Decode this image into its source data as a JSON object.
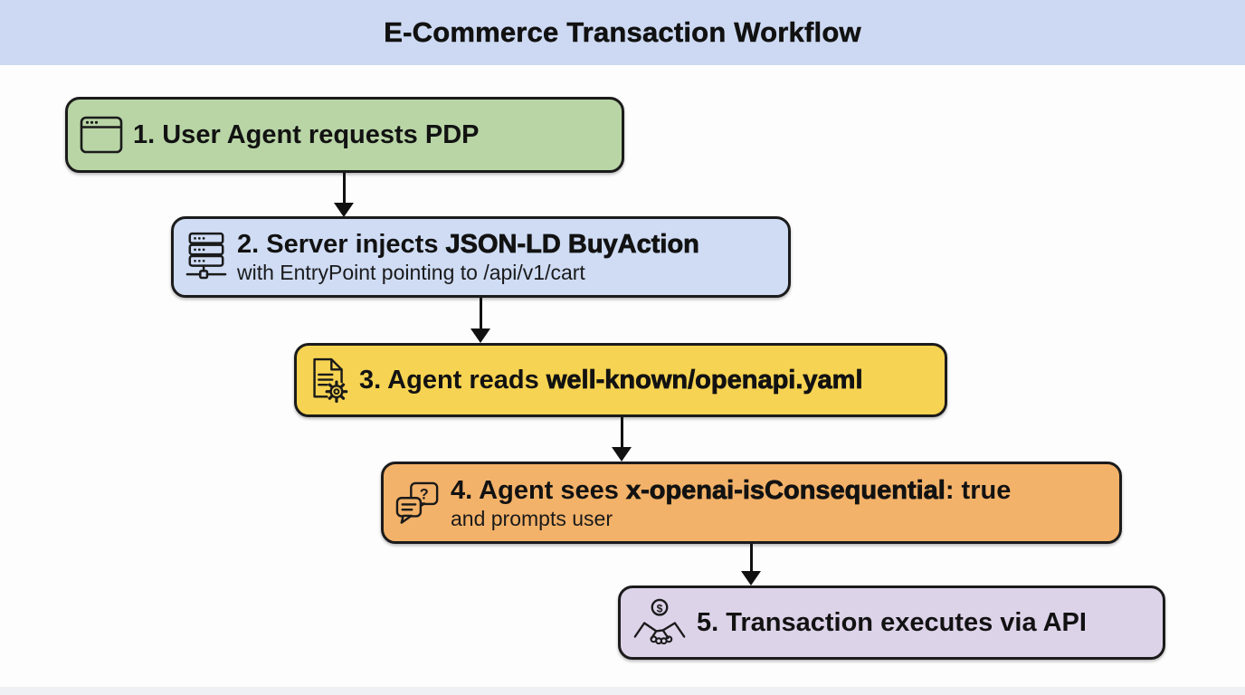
{
  "header": {
    "title": "E-Commerce Transaction Workflow"
  },
  "colors": {
    "header_bg": "#cdd9f2",
    "step1_bg": "#b9d5a6",
    "step2_bg": "#cfdcf4",
    "step3_bg": "#f6d352",
    "step4_bg": "#f3b269",
    "step5_bg": "#ddd3e9",
    "box_border": "#1b1b1b",
    "text": "#121212",
    "arrow": "#111111"
  },
  "steps": [
    {
      "icon": "browser-window-icon",
      "pre": "1. User Agent requests PDP",
      "emph": "",
      "post": "",
      "subtitle": ""
    },
    {
      "icon": "server-icon",
      "pre": "2. Server injects ",
      "emph": "JSON-LD BuyAction",
      "post": "",
      "subtitle": "with EntryPoint pointing to /api/v1/cart"
    },
    {
      "icon": "document-gear-icon",
      "pre": "3. Agent reads ",
      "emph": "well-known/openapi.yaml",
      "post": "",
      "subtitle": ""
    },
    {
      "icon": "chat-question-icon",
      "pre": "4. Agent sees ",
      "emph": "x-openai-isConsequential",
      "post": ": true",
      "subtitle": "and prompts user"
    },
    {
      "icon": "handshake-dollar-icon",
      "pre": "5. Transaction executes via API",
      "emph": "",
      "post": "",
      "subtitle": ""
    }
  ],
  "icon_glyphs": {
    "question_mark": "?",
    "dollar_sign": "$"
  }
}
